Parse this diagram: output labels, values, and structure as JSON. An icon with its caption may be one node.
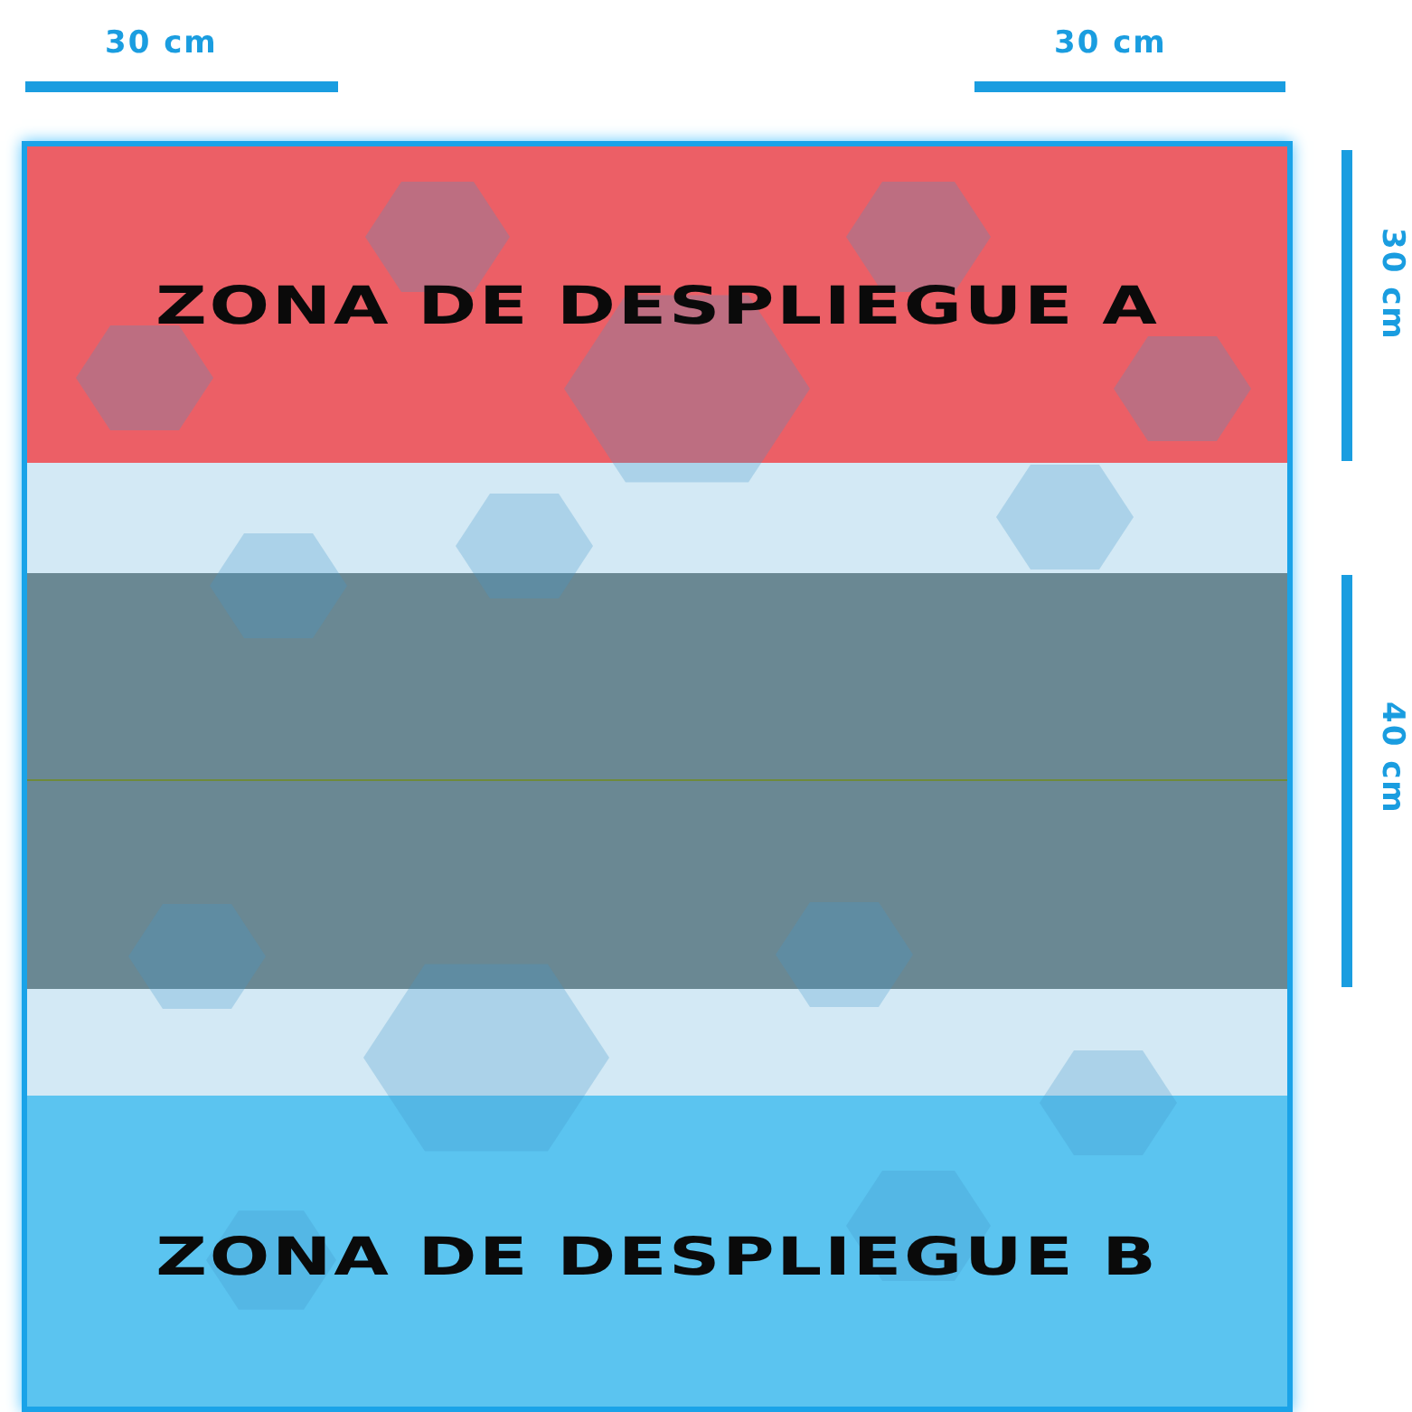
{
  "diagram": {
    "nodes": [
      {
        "text": [
          "ZONA DE DESPLIEGUE A"
        ]
      },
      {
        "text": [
          "ZONA DE DESPLIEGUE B"
        ]
      }
    ],
    "labels": [
      "30 cm",
      "30 cm",
      "30 cm",
      "40 cm"
    ]
  }
}
